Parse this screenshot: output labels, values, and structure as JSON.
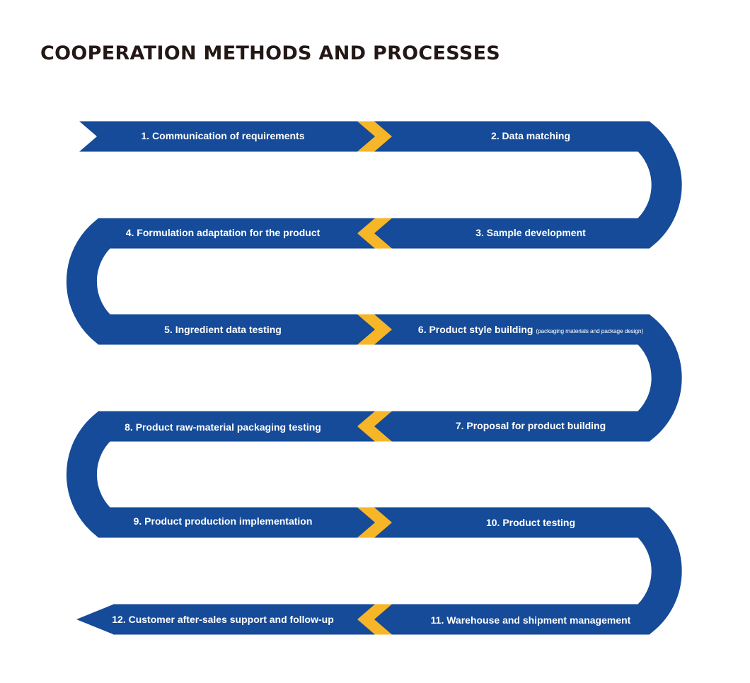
{
  "title": "COOPERATION METHODS AND PROCESSES",
  "colors": {
    "band": "#154b98",
    "chevron": "#f6b627",
    "title": "#231815",
    "background": "#ffffff"
  },
  "steps": [
    {
      "label": "1. Communication of requirements"
    },
    {
      "label": "2. Data matching"
    },
    {
      "label": "3. Sample development"
    },
    {
      "label": "4. Formulation adaptation for the product"
    },
    {
      "label": "5. Ingredient data testing"
    },
    {
      "label": "6. Product style building",
      "note": "(packaging materials and package design)"
    },
    {
      "label": "7. Proposal for product  building"
    },
    {
      "label": "8. Product raw-material packaging testing"
    },
    {
      "label": "9. Product production implementation"
    },
    {
      "label": "10. Product testing"
    },
    {
      "label": "11. Warehouse and shipment management"
    },
    {
      "label": "12. Customer after-sales support and follow-up"
    }
  ]
}
